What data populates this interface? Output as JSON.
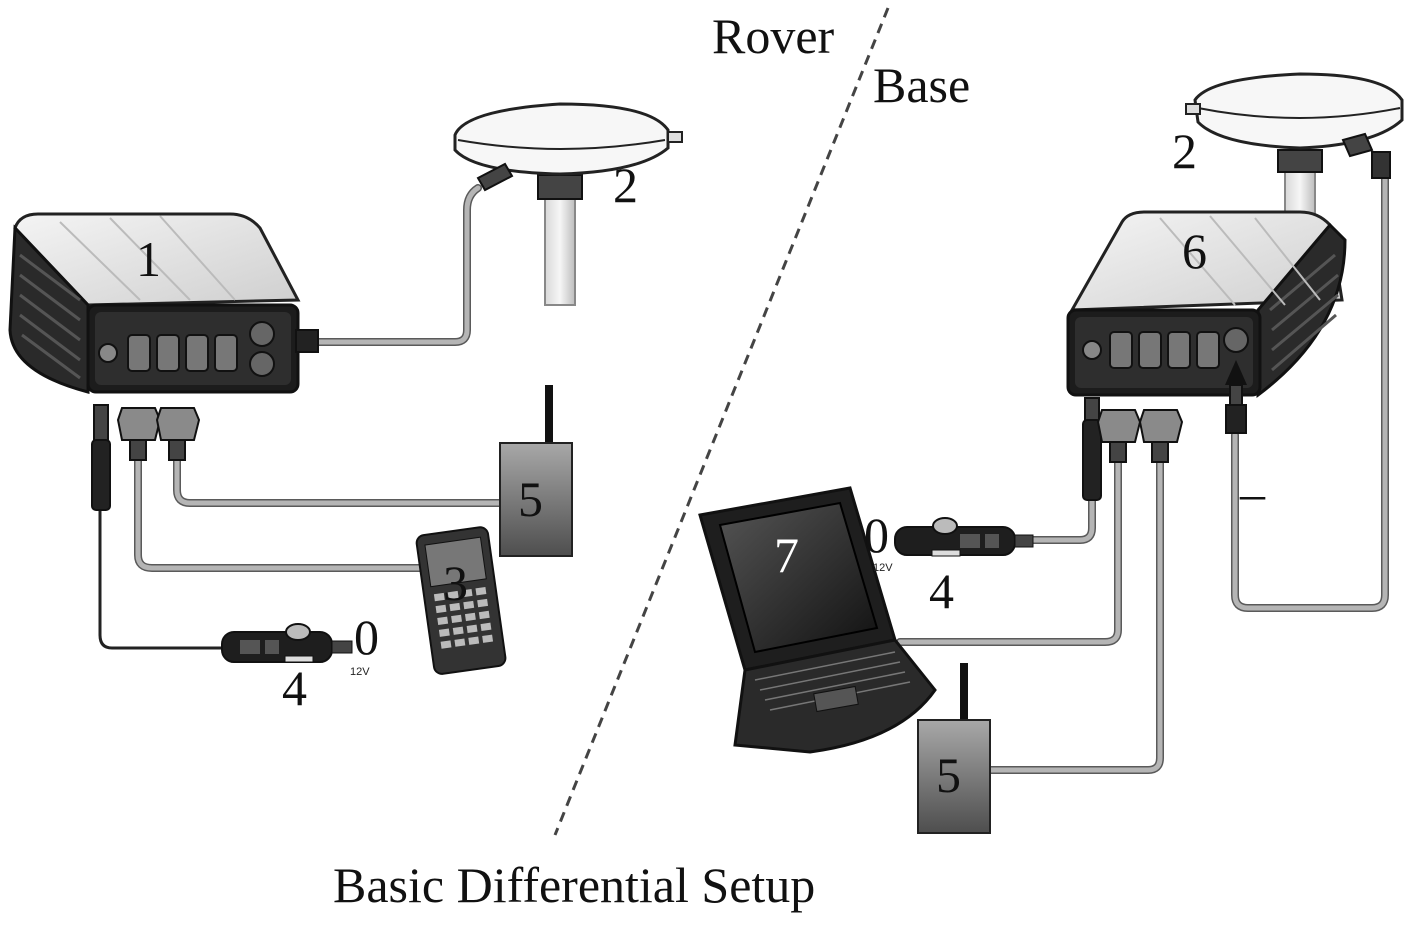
{
  "title": "Basic Differential Setup",
  "sections": {
    "rover": "Rover",
    "base": "Base"
  },
  "callouts": {
    "rover_receiver": "1",
    "rover_antenna": "2",
    "controller": "3",
    "rover_power_cable": "4",
    "rover_power_voltage": "0",
    "rover_radio": "5",
    "base_antenna": "2",
    "base_receiver": "6",
    "laptop": "7",
    "base_power_voltage": "0",
    "base_power_cable": "4",
    "base_radio": "5",
    "base_dash": "–"
  },
  "plug_voltage": "12V",
  "colors": {
    "cable": "#b5b5b5",
    "device_dark": "#1e1e1e",
    "radio_gradient_top": "#9a9a9a",
    "radio_gradient_bottom": "#5c5c5c",
    "divider": "#444444"
  }
}
